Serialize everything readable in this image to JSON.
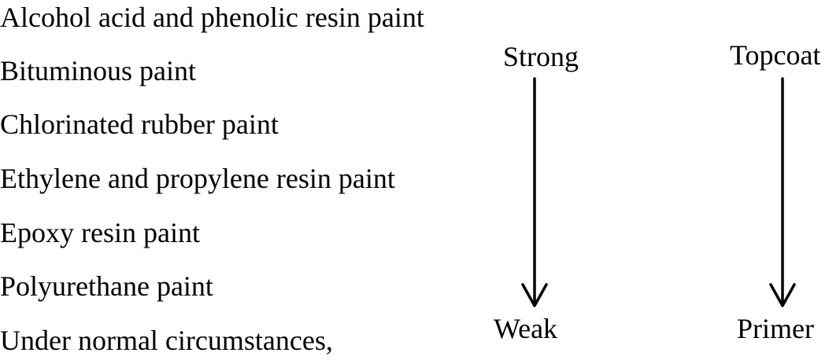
{
  "items": [
    "Alcohol acid and phenolic resin paint",
    "Bituminous paint",
    "Chlorinated rubber paint",
    "Ethylene and propylene resin paint",
    "Epoxy resin paint",
    "Polyurethane paint",
    "Under normal circumstances,"
  ],
  "scales": [
    {
      "top_label": "Strong",
      "bottom_label": "Weak"
    },
    {
      "top_label": "Topcoat",
      "bottom_label": "Primer"
    }
  ]
}
